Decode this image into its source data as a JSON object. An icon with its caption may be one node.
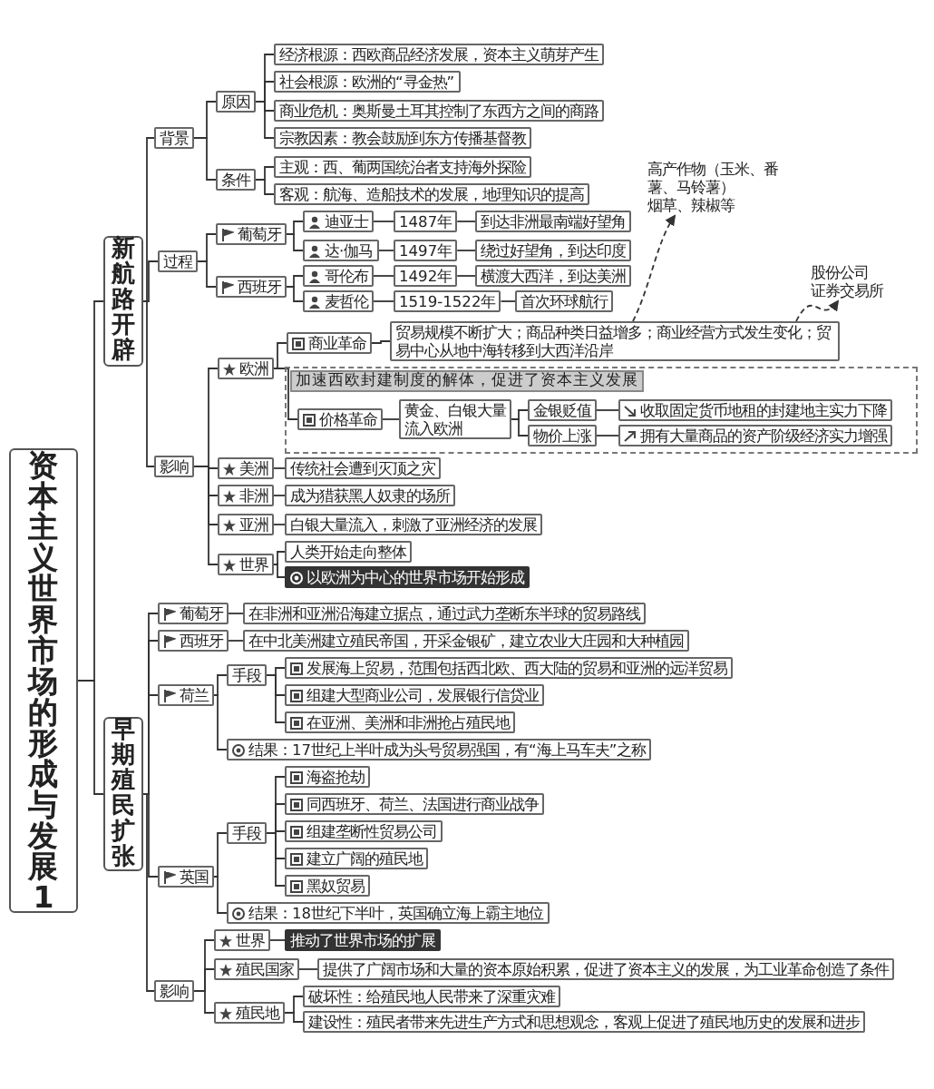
{
  "diagram": {
    "nodes": [
      {
        "text": [
          "资本主义世界市场的形成与发展1"
        ]
      },
      {
        "text": [
          "新航路开辟"
        ]
      },
      {
        "text": [
          "背景"
        ]
      },
      {
        "text": [
          "原因"
        ]
      },
      {
        "text": [
          "经济根源：西欧商品经济发展，资本主义萌芽产生"
        ]
      },
      {
        "text": [
          "社会根源：欧洲的“寻金热”"
        ]
      },
      {
        "text": [
          "商业危机：奥斯曼土耳其控制了东西方之间的商路"
        ]
      },
      {
        "text": [
          "宗教因素：教会鼓励到东方传播基督教"
        ]
      },
      {
        "text": [
          "条件"
        ]
      },
      {
        "text": [
          "主观：西、葡两国统治者支持海外探险"
        ]
      },
      {
        "text": [
          "客观：航海、造船技术的发展，地理知识的提高"
        ]
      },
      {
        "text": [
          "过程"
        ]
      },
      {
        "text": [
          "葡萄牙"
        ]
      },
      {
        "text": [
          "迪亚士"
        ]
      },
      {
        "text": [
          "1487年"
        ]
      },
      {
        "text": [
          "到达非洲最南端好望角"
        ]
      },
      {
        "text": [
          "达·伽马"
        ]
      },
      {
        "text": [
          "1497年"
        ]
      },
      {
        "text": [
          "绕过好望角，到达印度"
        ]
      },
      {
        "text": [
          "西班牙"
        ]
      },
      {
        "text": [
          "哥伦布"
        ]
      },
      {
        "text": [
          "1492年"
        ]
      },
      {
        "text": [
          "横渡大西洋，到达美洲"
        ]
      },
      {
        "text": [
          "麦哲伦"
        ]
      },
      {
        "text": [
          "1519-1522年"
        ]
      },
      {
        "text": [
          "首次环球航行"
        ]
      },
      {
        "text": [
          "影响"
        ]
      },
      {
        "text": [
          "欧洲"
        ]
      },
      {
        "text": [
          "商业革命"
        ]
      },
      {
        "text": [
          "贸易规模不断扩大；商品种类日益增多；商业经营方式发生变化；贸易中心从地中海转移到大西洋沿岸"
        ]
      },
      {
        "text": [
          "加速西欧封建制度的解体，促进了资本主义发展"
        ]
      },
      {
        "text": [
          "价格革命"
        ],
        "in": 30
      },
      {
        "text": [
          "黄金、白银大量流入欧洲"
        ],
        "in": 30
      },
      {
        "text": [
          "金银贬值"
        ],
        "in": 30
      },
      {
        "text": [
          "收取固定货币地租的封建地主实力下降"
        ],
        "in": 30
      },
      {
        "text": [
          "物价上涨"
        ],
        "in": 30
      },
      {
        "text": [
          "拥有大量商品的资产阶级经济实力增强"
        ],
        "in": 30
      },
      {
        "text": [
          "美洲"
        ]
      },
      {
        "text": [
          "传统社会遭到灭顶之灾"
        ]
      },
      {
        "text": [
          "非洲"
        ]
      },
      {
        "text": [
          "成为猎获黑人奴隶的场所"
        ]
      },
      {
        "text": [
          "亚洲"
        ]
      },
      {
        "text": [
          "白银大量流入，刺激了亚洲经济的发展"
        ]
      },
      {
        "text": [
          "世界"
        ]
      },
      {
        "text": [
          "人类开始走向整体"
        ]
      },
      {
        "text": [
          "以欧洲为中心的世界市场开始形成"
        ]
      },
      {
        "text": [
          "高产作物（玉米、番薯、马铃薯）",
          "烟草、辣椒等"
        ]
      },
      {
        "text": [
          "股份公司",
          "证券交易所"
        ]
      },
      {
        "text": [
          "早期殖民扩张"
        ]
      },
      {
        "text": [
          "葡萄牙"
        ]
      },
      {
        "text": [
          "在非洲和亚洲沿海建立据点，通过武力垄断东半球的贸易路线"
        ]
      },
      {
        "text": [
          "西班牙"
        ]
      },
      {
        "text": [
          "在中北美洲建立殖民帝国，开采金银矿，建立农业大庄园和大种植园"
        ]
      },
      {
        "text": [
          "荷兰"
        ]
      },
      {
        "text": [
          "手段"
        ]
      },
      {
        "text": [
          "发展海上贸易，范围包括西北欧、西大陆的贸易和亚洲的远洋贸易"
        ]
      },
      {
        "text": [
          "组建大型商业公司，发展银行信贷业"
        ]
      },
      {
        "text": [
          "在亚洲、美洲和非洲抢占殖民地"
        ]
      },
      {
        "text": [
          "结果：17世纪上半叶成为头号贸易强国，有“海上马车夫”之称"
        ]
      },
      {
        "text": [
          "英国"
        ]
      },
      {
        "text": [
          "手段"
        ]
      },
      {
        "text": [
          "海盗抢劫"
        ]
      },
      {
        "text": [
          "同西班牙、荷兰、法国进行商业战争"
        ]
      },
      {
        "text": [
          "组建垄断性贸易公司"
        ]
      },
      {
        "text": [
          "建立广阔的殖民地"
        ]
      },
      {
        "text": [
          "黑奴贸易"
        ]
      },
      {
        "text": [
          "结果：18世纪下半叶，英国确立海上霸主地位"
        ]
      },
      {
        "text": [
          "影响"
        ]
      },
      {
        "text": [
          "世界"
        ]
      },
      {
        "text": [
          "推动了世界市场的扩展"
        ]
      },
      {
        "text": [
          "殖民国家"
        ]
      },
      {
        "text": [
          "提供了广阔市场和大量的资本原始积累，促进了资本主义的发展，为工业革命创造了条件"
        ]
      },
      {
        "text": [
          "殖民地"
        ]
      },
      {
        "text": [
          "破坏性：给殖民地人民带来了深重灾难"
        ]
      },
      {
        "text": [
          "建设性：殖民者带来先进生产方式和思想观念，客观上促进了殖民地历史的发展和进步"
        ]
      }
    ],
    "edges": [
      {
        "from": 0,
        "to": 1,
        "arrow": "none"
      },
      {
        "from": 0,
        "to": 48,
        "arrow": "none"
      },
      {
        "from": 1,
        "to": 2,
        "arrow": "none"
      },
      {
        "from": 1,
        "to": 11,
        "arrow": "none"
      },
      {
        "from": 1,
        "to": 26,
        "arrow": "none"
      },
      {
        "from": 2,
        "to": 3,
        "arrow": "none"
      },
      {
        "from": 2,
        "to": 8,
        "arrow": "none"
      },
      {
        "from": 3,
        "to": 4,
        "arrow": "none"
      },
      {
        "from": 3,
        "to": 5,
        "arrow": "none"
      },
      {
        "from": 3,
        "to": 6,
        "arrow": "none"
      },
      {
        "from": 3,
        "to": 7,
        "arrow": "none"
      },
      {
        "from": 8,
        "to": 9,
        "arrow": "none"
      },
      {
        "from": 8,
        "to": 10,
        "arrow": "none"
      },
      {
        "from": 11,
        "to": 12,
        "arrow": "none"
      },
      {
        "from": 11,
        "to": 19,
        "arrow": "none"
      },
      {
        "from": 12,
        "to": 13,
        "arrow": "none"
      },
      {
        "from": 12,
        "to": 16,
        "arrow": "none"
      },
      {
        "from": 13,
        "to": 14,
        "arrow": "none"
      },
      {
        "from": 14,
        "to": 15,
        "arrow": "none"
      },
      {
        "from": 16,
        "to": 17,
        "arrow": "none"
      },
      {
        "from": 17,
        "to": 18,
        "arrow": "none"
      },
      {
        "from": 19,
        "to": 20,
        "arrow": "none"
      },
      {
        "from": 19,
        "to": 23,
        "arrow": "none"
      },
      {
        "from": 20,
        "to": 21,
        "arrow": "none"
      },
      {
        "from": 21,
        "to": 22,
        "arrow": "none"
      },
      {
        "from": 23,
        "to": 24,
        "arrow": "none"
      },
      {
        "from": 24,
        "to": 25,
        "arrow": "none"
      },
      {
        "from": 26,
        "to": 27,
        "arrow": "none"
      },
      {
        "from": 26,
        "to": 37,
        "arrow": "none"
      },
      {
        "from": 26,
        "to": 39,
        "arrow": "none"
      },
      {
        "from": 26,
        "to": 41,
        "arrow": "none"
      },
      {
        "from": 26,
        "to": 43,
        "arrow": "none"
      },
      {
        "from": 27,
        "to": 28,
        "arrow": "none"
      },
      {
        "from": 27,
        "to": 31,
        "arrow": "none"
      },
      {
        "from": 28,
        "to": 29,
        "arrow": "none"
      },
      {
        "from": 31,
        "to": 32,
        "arrow": "none"
      },
      {
        "from": 32,
        "to": 33,
        "arrow": "none"
      },
      {
        "from": 32,
        "to": 35,
        "arrow": "none"
      },
      {
        "from": 33,
        "to": 34,
        "arrow": "none"
      },
      {
        "from": 35,
        "to": 36,
        "arrow": "none"
      },
      {
        "from": 37,
        "to": 38,
        "arrow": "none"
      },
      {
        "from": 39,
        "to": 40,
        "arrow": "none"
      },
      {
        "from": 41,
        "to": 42,
        "arrow": "none"
      },
      {
        "from": 43,
        "to": 44,
        "arrow": "none"
      },
      {
        "from": 43,
        "to": 45,
        "arrow": "none"
      },
      {
        "from": 29,
        "to": 46,
        "arrow": "to",
        "style": "dashed"
      },
      {
        "from": 29,
        "to": 47,
        "arrow": "to",
        "style": "dashed"
      },
      {
        "from": 48,
        "to": 49,
        "arrow": "none"
      },
      {
        "from": 48,
        "to": 51,
        "arrow": "none"
      },
      {
        "from": 48,
        "to": 53,
        "arrow": "none"
      },
      {
        "from": 48,
        "to": 59,
        "arrow": "none"
      },
      {
        "from": 48,
        "to": 67,
        "arrow": "none"
      },
      {
        "from": 49,
        "to": 50,
        "arrow": "none"
      },
      {
        "from": 51,
        "to": 52,
        "arrow": "none"
      },
      {
        "from": 53,
        "to": 54,
        "arrow": "none"
      },
      {
        "from": 53,
        "to": 58,
        "arrow": "none"
      },
      {
        "from": 54,
        "to": 55,
        "arrow": "none"
      },
      {
        "from": 54,
        "to": 56,
        "arrow": "none"
      },
      {
        "from": 54,
        "to": 57,
        "arrow": "none"
      },
      {
        "from": 59,
        "to": 60,
        "arrow": "none"
      },
      {
        "from": 59,
        "to": 66,
        "arrow": "none"
      },
      {
        "from": 60,
        "to": 61,
        "arrow": "none"
      },
      {
        "from": 60,
        "to": 62,
        "arrow": "none"
      },
      {
        "from": 60,
        "to": 63,
        "arrow": "none"
      },
      {
        "from": 60,
        "to": 64,
        "arrow": "none"
      },
      {
        "from": 60,
        "to": 65,
        "arrow": "none"
      },
      {
        "from": 67,
        "to": 68,
        "arrow": "none"
      },
      {
        "from": 67,
        "to": 70,
        "arrow": "none"
      },
      {
        "from": 67,
        "to": 72,
        "arrow": "none"
      },
      {
        "from": 68,
        "to": 69,
        "arrow": "none"
      },
      {
        "from": 70,
        "to": 71,
        "arrow": "none"
      },
      {
        "from": 72,
        "to": 73,
        "arrow": "none"
      },
      {
        "from": 72,
        "to": 74,
        "arrow": "none"
      }
    ]
  }
}
